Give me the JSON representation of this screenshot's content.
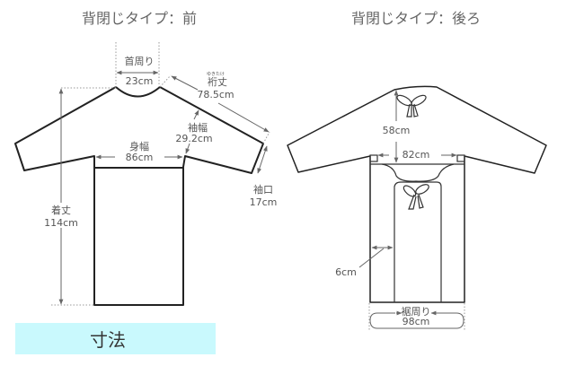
{
  "front": {
    "title": "背閉じタイプ：前",
    "neck": {
      "label": "首周り",
      "value": "23cm"
    },
    "sleeve_length": {
      "ruby": "ゆきたけ",
      "label": "裄丈",
      "value": "78.5cm"
    },
    "sleeve_width": {
      "label": "袖幅",
      "value": "29.2cm"
    },
    "body_width": {
      "label": "身幅",
      "value": "86cm"
    },
    "cuff": {
      "label": "袖口",
      "value": "17cm"
    },
    "length": {
      "label": "着丈",
      "value": "114cm"
    }
  },
  "back": {
    "title": "背閉じタイプ：後ろ",
    "back_length": {
      "value": "58cm"
    },
    "back_width": {
      "value": "82cm"
    },
    "overlap": {
      "value": "6cm"
    },
    "hem": {
      "label": "裾周り",
      "value": "98cm"
    }
  },
  "footer": {
    "label": "寸法",
    "bg_color": "#c9f9fd"
  }
}
